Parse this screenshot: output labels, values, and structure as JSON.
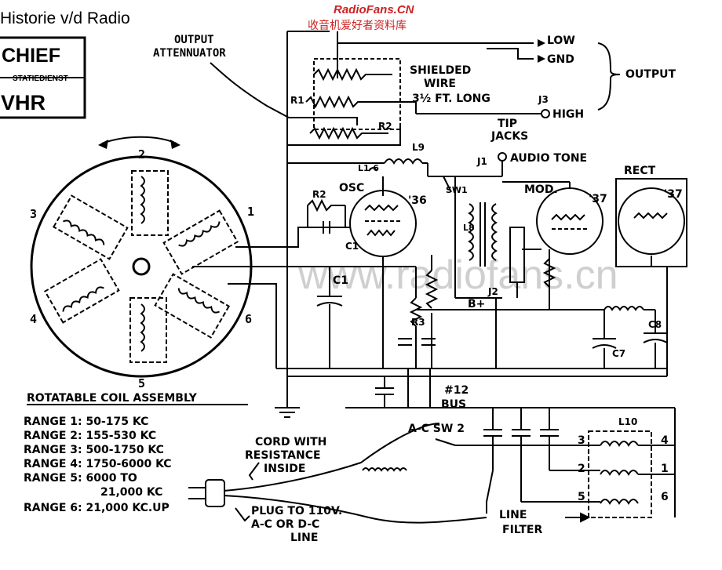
{
  "header": {
    "title": "Historie v/d Radio",
    "watermark_site": "RadioFans.CN",
    "watermark_cn": "收音机爱好者资料库",
    "ghost_watermark": "www.radiofans.cn"
  },
  "stamp": {
    "line1": "CHIEF",
    "line2": "STATIEDIENST",
    "line3": "VHR"
  },
  "labels": {
    "output_attenuator_1": "OUTPUT",
    "output_attenuator_2": "ATTENNUATOR",
    "low": "LOW",
    "gnd": "GND",
    "output": "OUTPUT",
    "shielded": "SHIELDED",
    "wire": "WIRE",
    "ft_long": "3½  FT. LONG",
    "j3": "J3",
    "high": "HIGH",
    "tip": "TIP",
    "jacks": "JACKS",
    "j1": "J1",
    "audio_tone": "AUDIO TONE",
    "r1": "R1",
    "r2_top": "R2",
    "l9": "L9",
    "l1_6": "L1-6",
    "osc": "OSC",
    "tube_36": "'36",
    "r2": "R2",
    "c1_small": "C1",
    "sw1": "SW1",
    "l8": "L8",
    "mod": "MOD.",
    "tube_37a": "'37",
    "rect": "RECT",
    "tube_37b": "'37",
    "c1": "C1",
    "j2": "J2",
    "b_plus": "B+",
    "r3": "R3",
    "c8": "C8",
    "c7": "C7",
    "bus_1": "#12",
    "bus_2": "BUS",
    "acsw2": "A-C SW 2",
    "l10": "L10",
    "term3": "3",
    "term4": "4",
    "term2": "2",
    "term1": "1",
    "term5": "5",
    "term6": "6",
    "line_filter_1": "LINE",
    "line_filter_2": "FILTER",
    "cord_1": "CORD WITH",
    "cord_2": "RESISTANCE",
    "cord_3": "INSIDE",
    "plug_1": "PLUG TO 110V.",
    "plug_2": "A-C OR D-C",
    "plug_3": "LINE",
    "coil_1": "1",
    "coil_2": "2",
    "coil_3": "3",
    "coil_4": "4",
    "coil_5": "5",
    "coil_6": "6"
  },
  "coil_assembly": {
    "title": "ROTATABLE COIL ASSEMBLY",
    "ranges": [
      "RANGE 1: 50-175 KC",
      "RANGE 2: 155-530 KC",
      "RANGE 3: 500-1750 KC",
      "RANGE 4: 1750-6000 KC",
      "RANGE 5: 6000 TO",
      "21,000 KC",
      "RANGE 6: 21,000 KC.UP"
    ]
  }
}
